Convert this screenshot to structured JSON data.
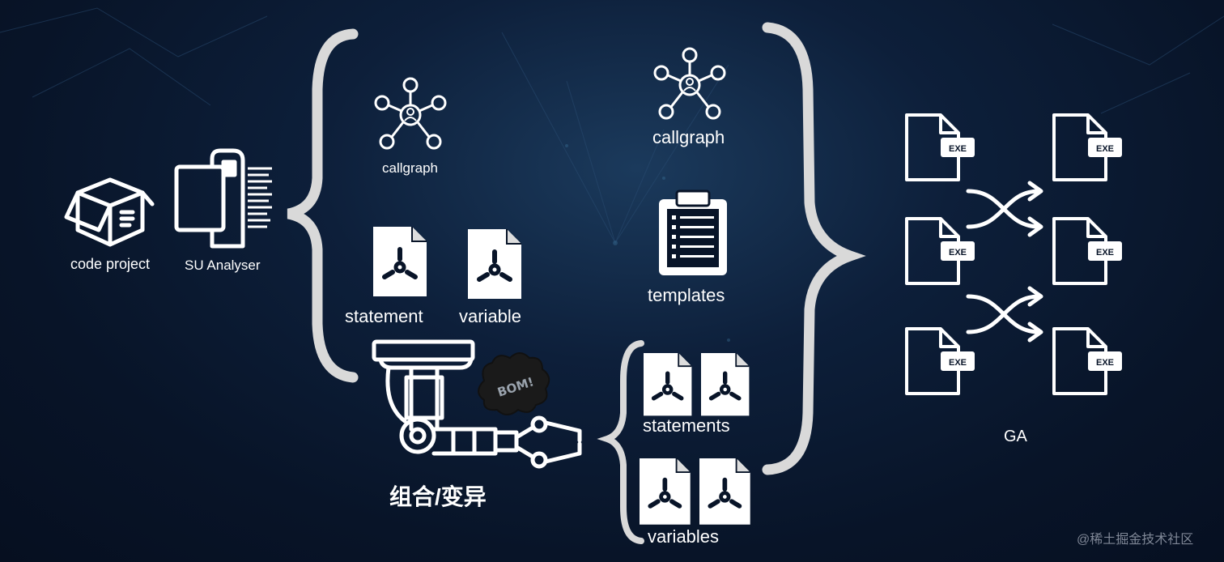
{
  "labels": {
    "code_project": "code project",
    "su_analyser": "SU Analyser",
    "callgraph_left": "callgraph",
    "callgraph_right": "callgraph",
    "statement": "statement",
    "variable": "variable",
    "templates": "templates",
    "combine_mutate": "组合/变异",
    "statements": "statements",
    "variables": "variables",
    "ga": "GA",
    "bom": "BOM!",
    "watermark": "@稀土掘金技术社区"
  },
  "exe_label": "EXE",
  "colors": {
    "background": "#081428",
    "icon": "#ffffff",
    "brace": "#d9d9d9"
  }
}
